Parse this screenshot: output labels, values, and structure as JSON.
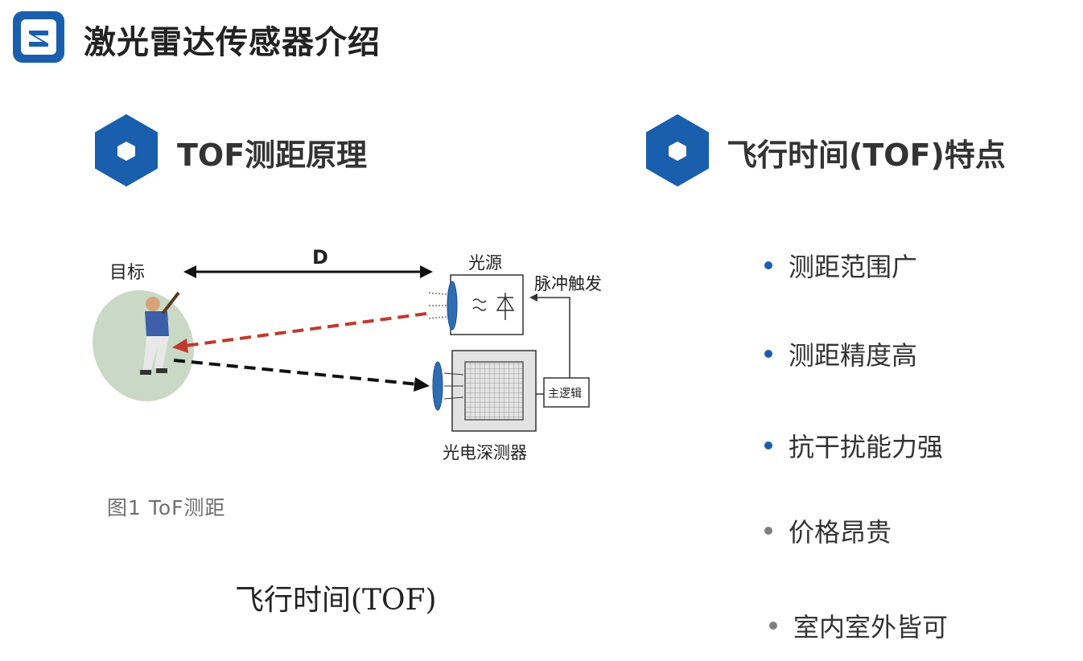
{
  "header": {
    "logo_icon": "s-logo-icon",
    "title": "激光雷达传感器介绍",
    "brand_color": "#1a5fae"
  },
  "left_section": {
    "icon": "hexagon-icon",
    "title": "TOF测距原理",
    "diagram": {
      "distance_label": "D",
      "target_label": "目标",
      "light_source_label": "光源",
      "pulse_trigger_label": "脉冲触发",
      "main_logic_label": "主逻辑",
      "photodetector_label": "光电深测器"
    },
    "figure_caption": "图1  ToF测距",
    "caption": "飞行时间(TOF)"
  },
  "right_section": {
    "icon": "hexagon-icon",
    "title": "飞行时间(TOF)特点",
    "features": [
      {
        "label": "测距范围广",
        "bullet_color": "#1a5fae"
      },
      {
        "label": "测距精度高",
        "bullet_color": "#1a5fae"
      },
      {
        "label": "抗干扰能力强",
        "bullet_color": "#1a5fae"
      },
      {
        "label": "价格昂贵",
        "bullet_color": "#808080"
      },
      {
        "label": "室内室外皆可",
        "bullet_color": "#808080"
      }
    ]
  }
}
